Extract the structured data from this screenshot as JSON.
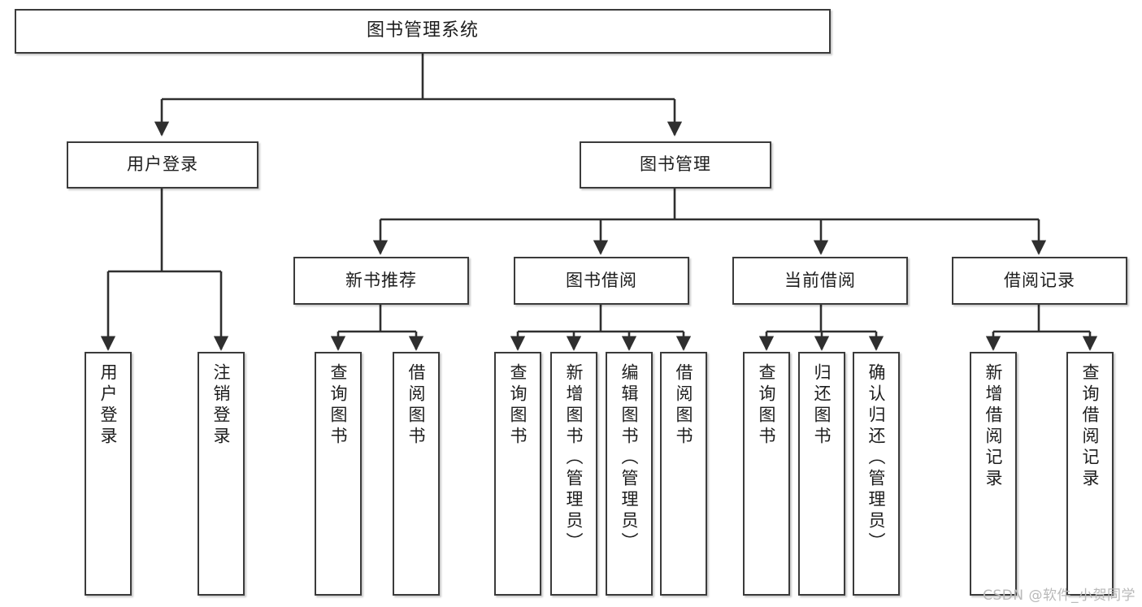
{
  "diagram": {
    "title": "图书管理系统",
    "type": "hierarchy-tree",
    "watermark": "CSDN @软件_小贺同学",
    "colors": {
      "box_border": "#3b3b3b",
      "box_fill": "#ffffff",
      "connector": "#2f2f2f",
      "text": "#1d1d1d",
      "watermark": "#b9b9b9"
    },
    "levels": {
      "root": {
        "label": "图书管理系统"
      },
      "level1": [
        {
          "label": "用户登录"
        },
        {
          "label": "图书管理"
        }
      ],
      "level2": [
        {
          "label": "新书推荐"
        },
        {
          "label": "图书借阅"
        },
        {
          "label": "当前借阅"
        },
        {
          "label": "借阅记录"
        }
      ],
      "leaves": {
        "user_login": [
          {
            "label": "用户登录"
          },
          {
            "label": "注销登录"
          }
        ],
        "new_book_recommend": [
          {
            "label": "查询图书"
          },
          {
            "label": "借阅图书"
          }
        ],
        "book_borrow": [
          {
            "label": "查询图书"
          },
          {
            "label": "新增图书（管理员）"
          },
          {
            "label": "编辑图书（管理员）"
          },
          {
            "label": "借阅图书"
          }
        ],
        "current_borrow": [
          {
            "label": "查询图书"
          },
          {
            "label": "归还图书"
          },
          {
            "label": "确认归还（管理员）"
          }
        ],
        "borrow_record": [
          {
            "label": "新增借阅记录"
          },
          {
            "label": "查询借阅记录"
          }
        ]
      }
    }
  }
}
